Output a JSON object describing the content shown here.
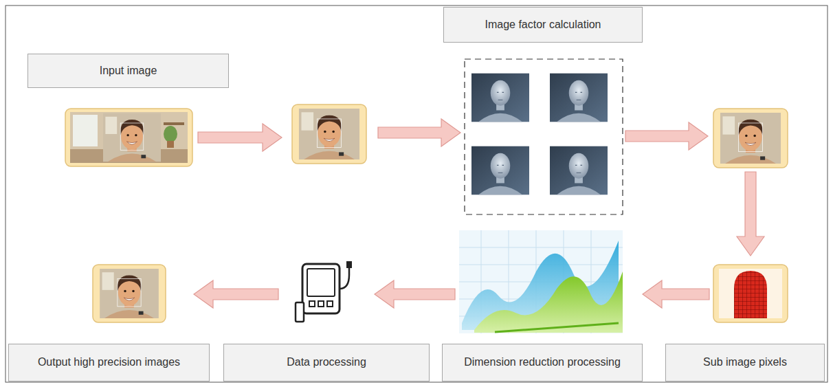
{
  "diagram": {
    "nodes": [
      {
        "text": [
          "Input image"
        ]
      },
      {
        "text": [
          "Image factor calculation"
        ]
      },
      {
        "text": [
          "Output high precision images"
        ]
      },
      {
        "text": [
          "Data processing"
        ]
      },
      {
        "text": [
          "Dimension reduction processing"
        ]
      },
      {
        "text": [
          "Sub image pixels"
        ]
      }
    ]
  }
}
